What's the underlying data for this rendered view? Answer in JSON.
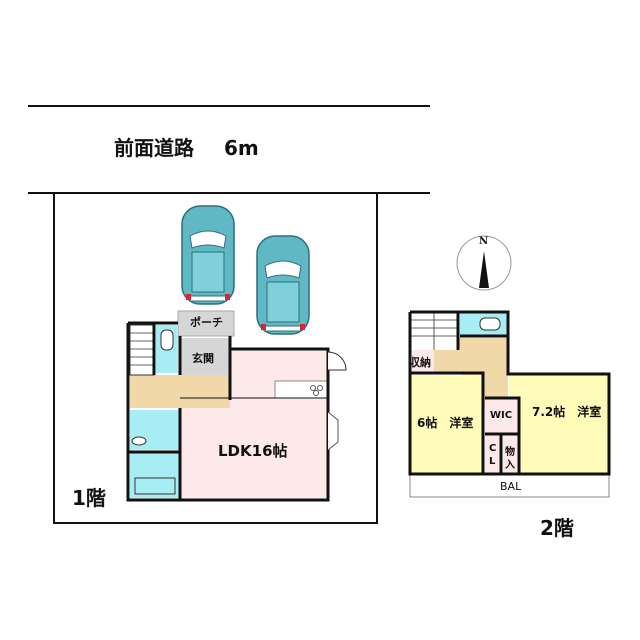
{
  "road": {
    "label": "前面道路",
    "width": "6m"
  },
  "compass": {
    "label": "N"
  },
  "floor1": {
    "label": "1階",
    "rooms": {
      "porch": "ポーチ",
      "entrance": "玄関",
      "ldk": "LDK16帖"
    },
    "parking_spaces": 2
  },
  "floor2": {
    "label": "2階",
    "rooms": {
      "storage": "収納",
      "room_west": "6帖　洋室",
      "room_east": "7.2帖　洋室",
      "wic": "WIC",
      "closet_c": "C",
      "closet_l": "L",
      "storeroom_1": "物",
      "storeroom_2": "入",
      "balcony": "BAL"
    }
  },
  "colors": {
    "ldk": "#fde8ea",
    "hall": "#f0d8a8",
    "wet": "#a8ecf4",
    "entrance": "#d6d6d6",
    "western_room": "#fefcb8",
    "closet": "#fde8ea",
    "car": "#5fb8c4",
    "wall": "#111111"
  }
}
